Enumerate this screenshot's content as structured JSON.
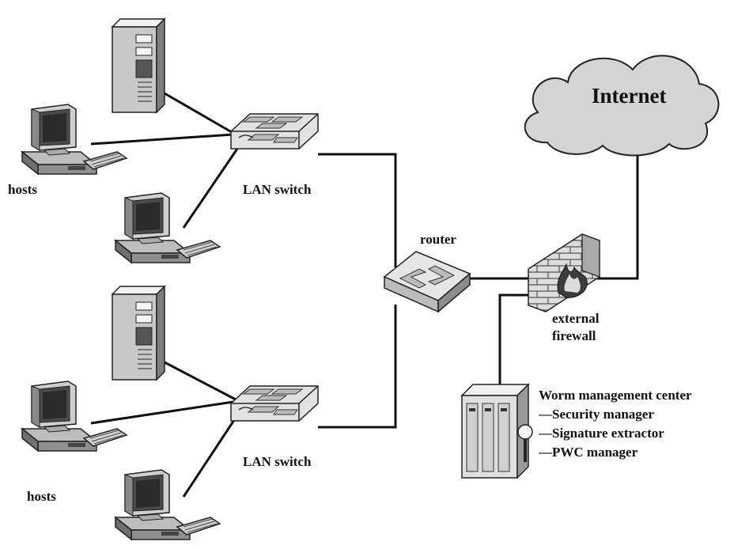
{
  "labels": {
    "cloud": "Internet",
    "switch_top": "LAN switch",
    "switch_bottom": "LAN switch",
    "hosts_top": "hosts",
    "hosts_bottom": "hosts",
    "router": "router",
    "firewall_line1": "external",
    "firewall_line2": "firewall",
    "wmc_title": "Worm management center",
    "wmc_items": [
      "—Security manager",
      "—Signature extractor",
      "—PWC manager"
    ]
  },
  "colors": {
    "line": "#111111",
    "cloud_fill": "#d4d4d4",
    "device_fill": "#e6e6e6",
    "device_dark": "#9a9a9a",
    "brick_fill": "#dcdcdc"
  },
  "icons": [
    "server-icon",
    "workstation-icon",
    "switch-icon",
    "router-icon",
    "firewall-icon",
    "cloud-icon",
    "wmc-server-icon"
  ]
}
